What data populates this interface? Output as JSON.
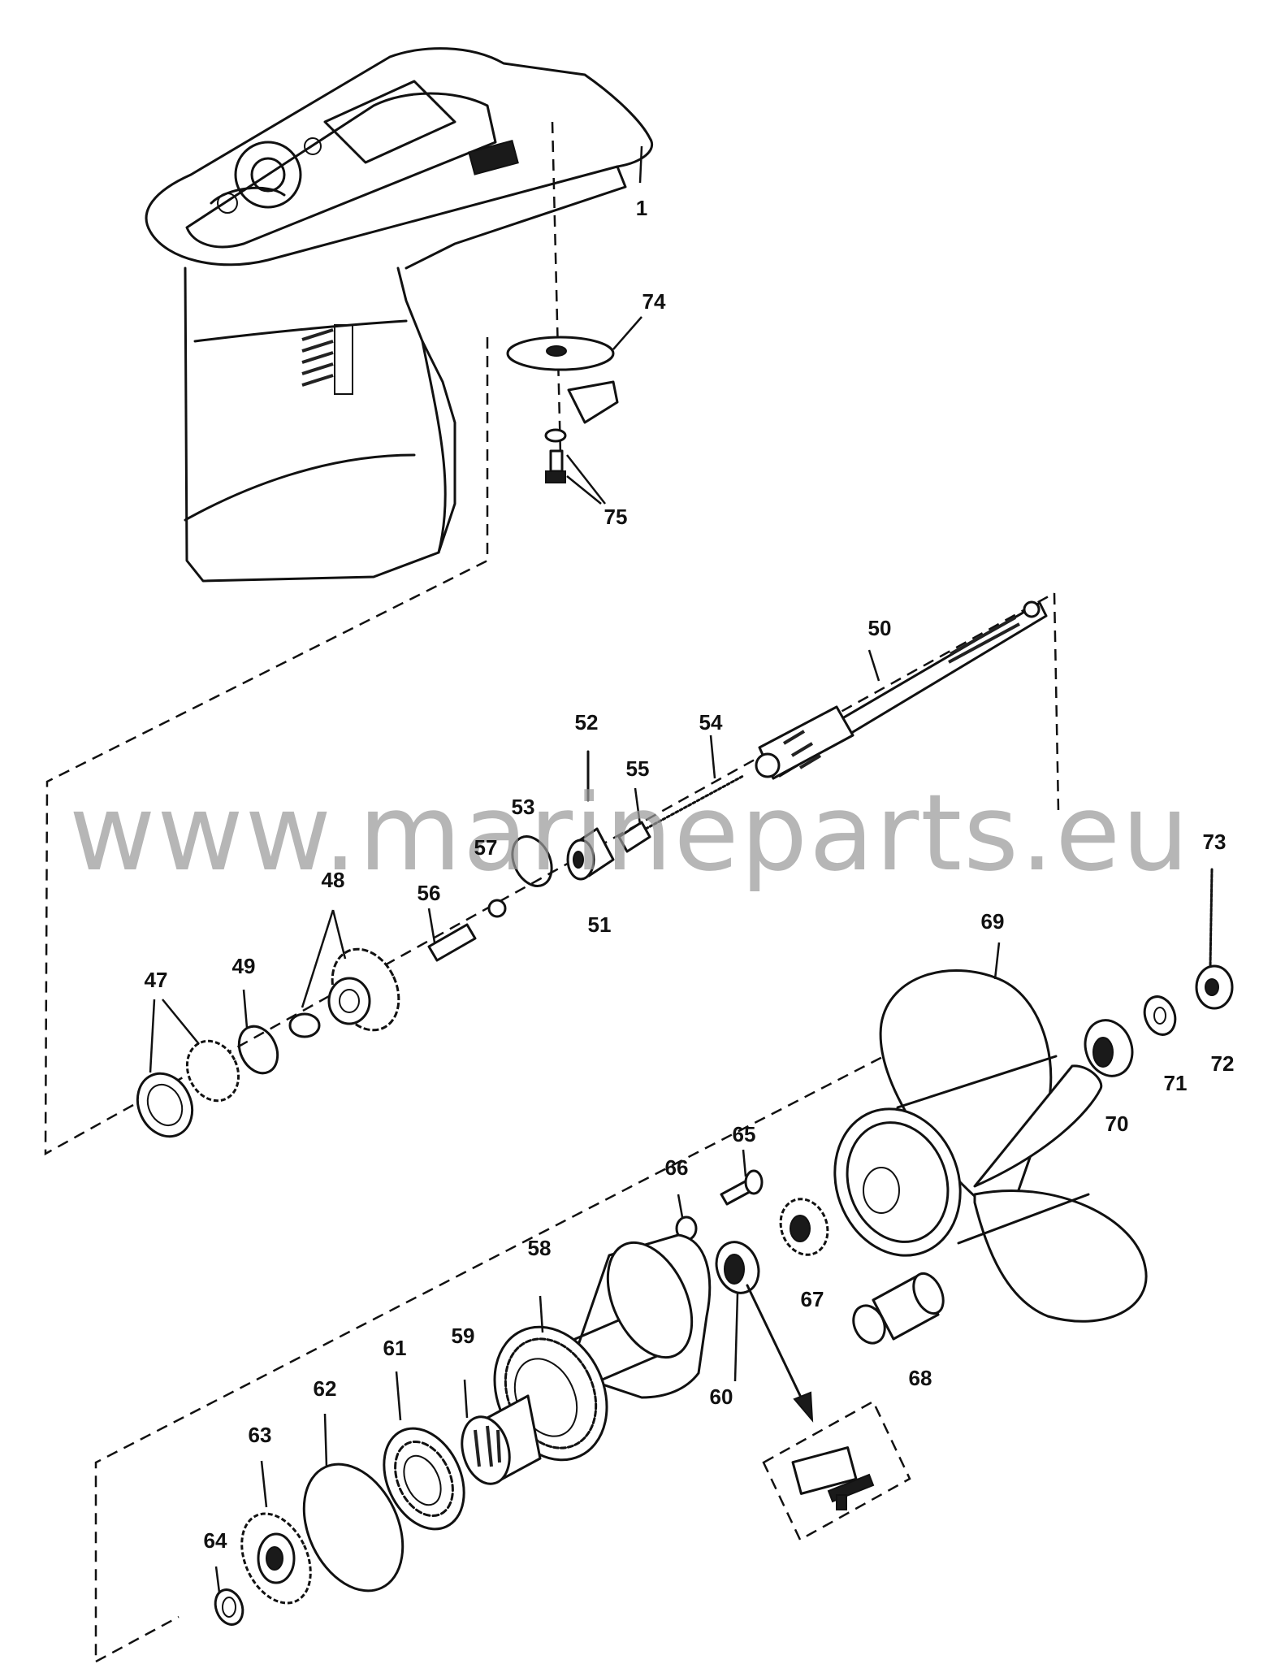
{
  "watermark": "www.marineparts.eu",
  "part_numbers": [
    {
      "id": "p1",
      "label": "1"
    },
    {
      "id": "p74",
      "label": "74"
    },
    {
      "id": "p75",
      "label": "75"
    },
    {
      "id": "p50",
      "label": "50"
    },
    {
      "id": "p52",
      "label": "52"
    },
    {
      "id": "p54",
      "label": "54"
    },
    {
      "id": "p55",
      "label": "55"
    },
    {
      "id": "p53",
      "label": "53"
    },
    {
      "id": "p57",
      "label": "57"
    },
    {
      "id": "p51",
      "label": "51"
    },
    {
      "id": "p48",
      "label": "48"
    },
    {
      "id": "p56",
      "label": "56"
    },
    {
      "id": "p47",
      "label": "47"
    },
    {
      "id": "p49",
      "label": "49"
    },
    {
      "id": "p73",
      "label": "73"
    },
    {
      "id": "p69",
      "label": "69"
    },
    {
      "id": "p72",
      "label": "72"
    },
    {
      "id": "p71",
      "label": "71"
    },
    {
      "id": "p70",
      "label": "70"
    },
    {
      "id": "p65",
      "label": "65"
    },
    {
      "id": "p66",
      "label": "66"
    },
    {
      "id": "p58",
      "label": "58"
    },
    {
      "id": "p67",
      "label": "67"
    },
    {
      "id": "p68",
      "label": "68"
    },
    {
      "id": "p61",
      "label": "61"
    },
    {
      "id": "p59",
      "label": "59"
    },
    {
      "id": "p62",
      "label": "62"
    },
    {
      "id": "p60",
      "label": "60"
    },
    {
      "id": "p63",
      "label": "63"
    },
    {
      "id": "p64",
      "label": "64"
    }
  ]
}
